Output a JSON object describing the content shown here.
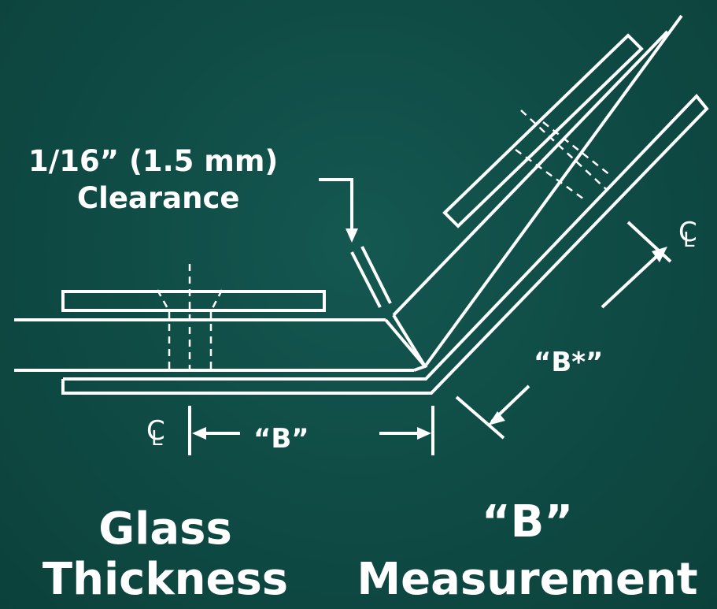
{
  "labels": {
    "clearance_line1": "1/16” (1.5 mm)",
    "clearance_line2": "Clearance",
    "b_dimension": "“B”",
    "b_star_dimension": "“B*”",
    "glass_line1": "Glass",
    "glass_line2": "Thickness",
    "measurement_line1": "“B”",
    "measurement_line2": "Measurement",
    "centerline_symbol": "C",
    "centerline_sub": "L"
  },
  "colors": {
    "background": "#0f4a44",
    "line": "#ffffff"
  }
}
